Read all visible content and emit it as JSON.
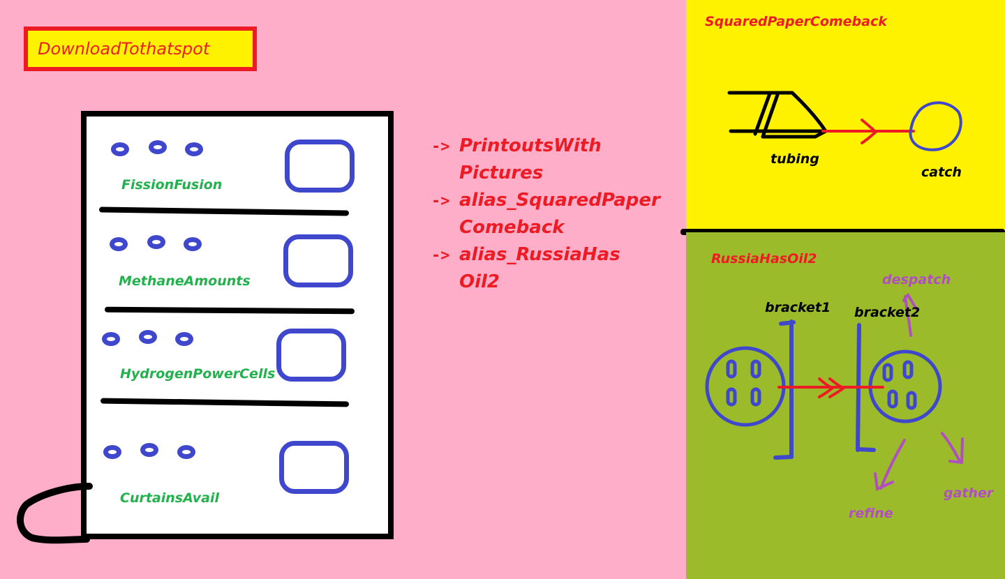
{
  "download_button": {
    "label": "DownloadTothatspot"
  },
  "list": {
    "rows": [
      {
        "label": "FissionFusion"
      },
      {
        "label": "MethaneAmounts"
      },
      {
        "label": "HydrogenPowerCells"
      },
      {
        "label": "CurtainsAvail"
      }
    ]
  },
  "notes": {
    "arrow": "->",
    "items": [
      {
        "line1": "PrintoutsWith",
        "line2": "Pictures"
      },
      {
        "line1": "alias_SquaredPaper",
        "line2": "Comeback"
      },
      {
        "line1": "alias_RussiaHas",
        "line2": "Oil2"
      }
    ]
  },
  "squared_paper": {
    "title": "SquaredPaperComeback",
    "labels": {
      "source": "tubing",
      "target": "catch"
    }
  },
  "russia_oil": {
    "title": "RussiaHasOil2",
    "labels": {
      "bracket1": "bracket1",
      "bracket2": "bracket2",
      "despatch": "despatch",
      "refine": "refine",
      "gather": "gather"
    }
  },
  "colors": {
    "background": "#ffaec9",
    "accent_red": "#ed1c24",
    "accent_yellow": "#fff200",
    "accent_green_text": "#22b14c",
    "accent_blue": "#3f48cc",
    "panel_green": "#9bbb2a",
    "accent_purple": "#b24fc0"
  }
}
